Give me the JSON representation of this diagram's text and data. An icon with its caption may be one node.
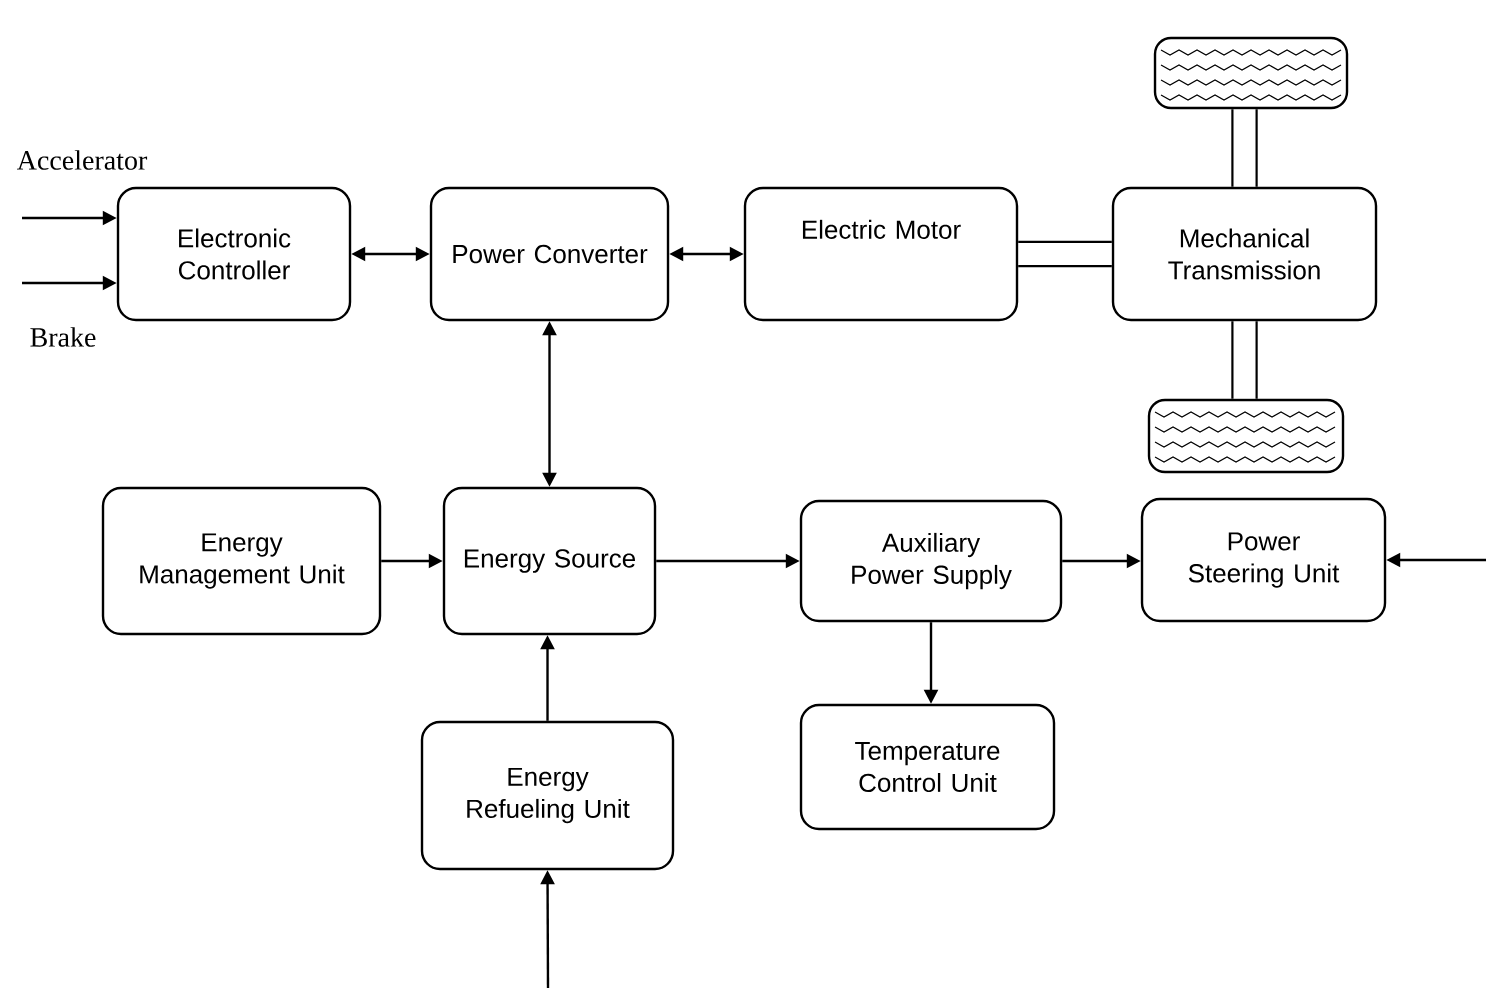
{
  "diagram": {
    "nodes": [
      {
        "text": [
          "Electronic Controller"
        ]
      },
      {
        "text": [
          "Power Converter"
        ]
      },
      {
        "text": [
          "Electric Motor"
        ]
      },
      {
        "text": [
          "Mechanical Transmission"
        ]
      },
      {
        "text": [],
        "shape": "wheel"
      },
      {
        "text": [],
        "shape": "wheel"
      },
      {
        "text": [
          "Energy Management Unit"
        ]
      },
      {
        "text": [
          "Energy Source"
        ]
      },
      {
        "text": [
          "Auxiliary Power Supply"
        ]
      },
      {
        "text": [
          "Power Steering Unit"
        ]
      },
      {
        "text": [
          "Temperature Control Unit"
        ]
      },
      {
        "text": [
          "Energy Refueling Unit"
        ]
      }
    ],
    "edges": [
      {
        "from": null,
        "to": 0,
        "arrow": "to"
      },
      {
        "from": null,
        "to": 0,
        "arrow": "to"
      },
      {
        "from": 0,
        "to": 1,
        "arrow": "both"
      },
      {
        "from": 1,
        "to": 2,
        "arrow": "both"
      },
      {
        "from": 2,
        "to": 3,
        "arrow": "none",
        "style": "thick"
      },
      {
        "from": 3,
        "to": 4,
        "arrow": "none",
        "style": "thick"
      },
      {
        "from": 3,
        "to": 5,
        "arrow": "none",
        "style": "thick"
      },
      {
        "from": 1,
        "to": 7,
        "arrow": "both"
      },
      {
        "from": 6,
        "to": 7,
        "arrow": "to"
      },
      {
        "from": 7,
        "to": 8,
        "arrow": "to"
      },
      {
        "from": 8,
        "to": 9,
        "arrow": "to"
      },
      {
        "from": null,
        "to": 9,
        "arrow": "to"
      },
      {
        "from": 8,
        "to": 10,
        "arrow": "to"
      },
      {
        "from": 11,
        "to": 7,
        "arrow": "to"
      },
      {
        "from": null,
        "to": 11,
        "arrow": "to"
      }
    ],
    "labels": [
      "Accelerator",
      "Brake"
    ]
  }
}
